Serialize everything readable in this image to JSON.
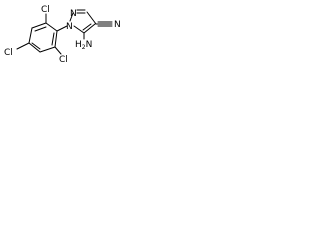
{
  "molecule": {
    "atoms": {
      "n1": "N",
      "n2": "N",
      "n_nitrile": "N",
      "amino": "NH2",
      "amino_h": "H",
      "amino_n": "N",
      "amino_sub": "2",
      "cl_top": "Cl",
      "cl_left": "Cl",
      "cl_bottom": "Cl"
    }
  }
}
